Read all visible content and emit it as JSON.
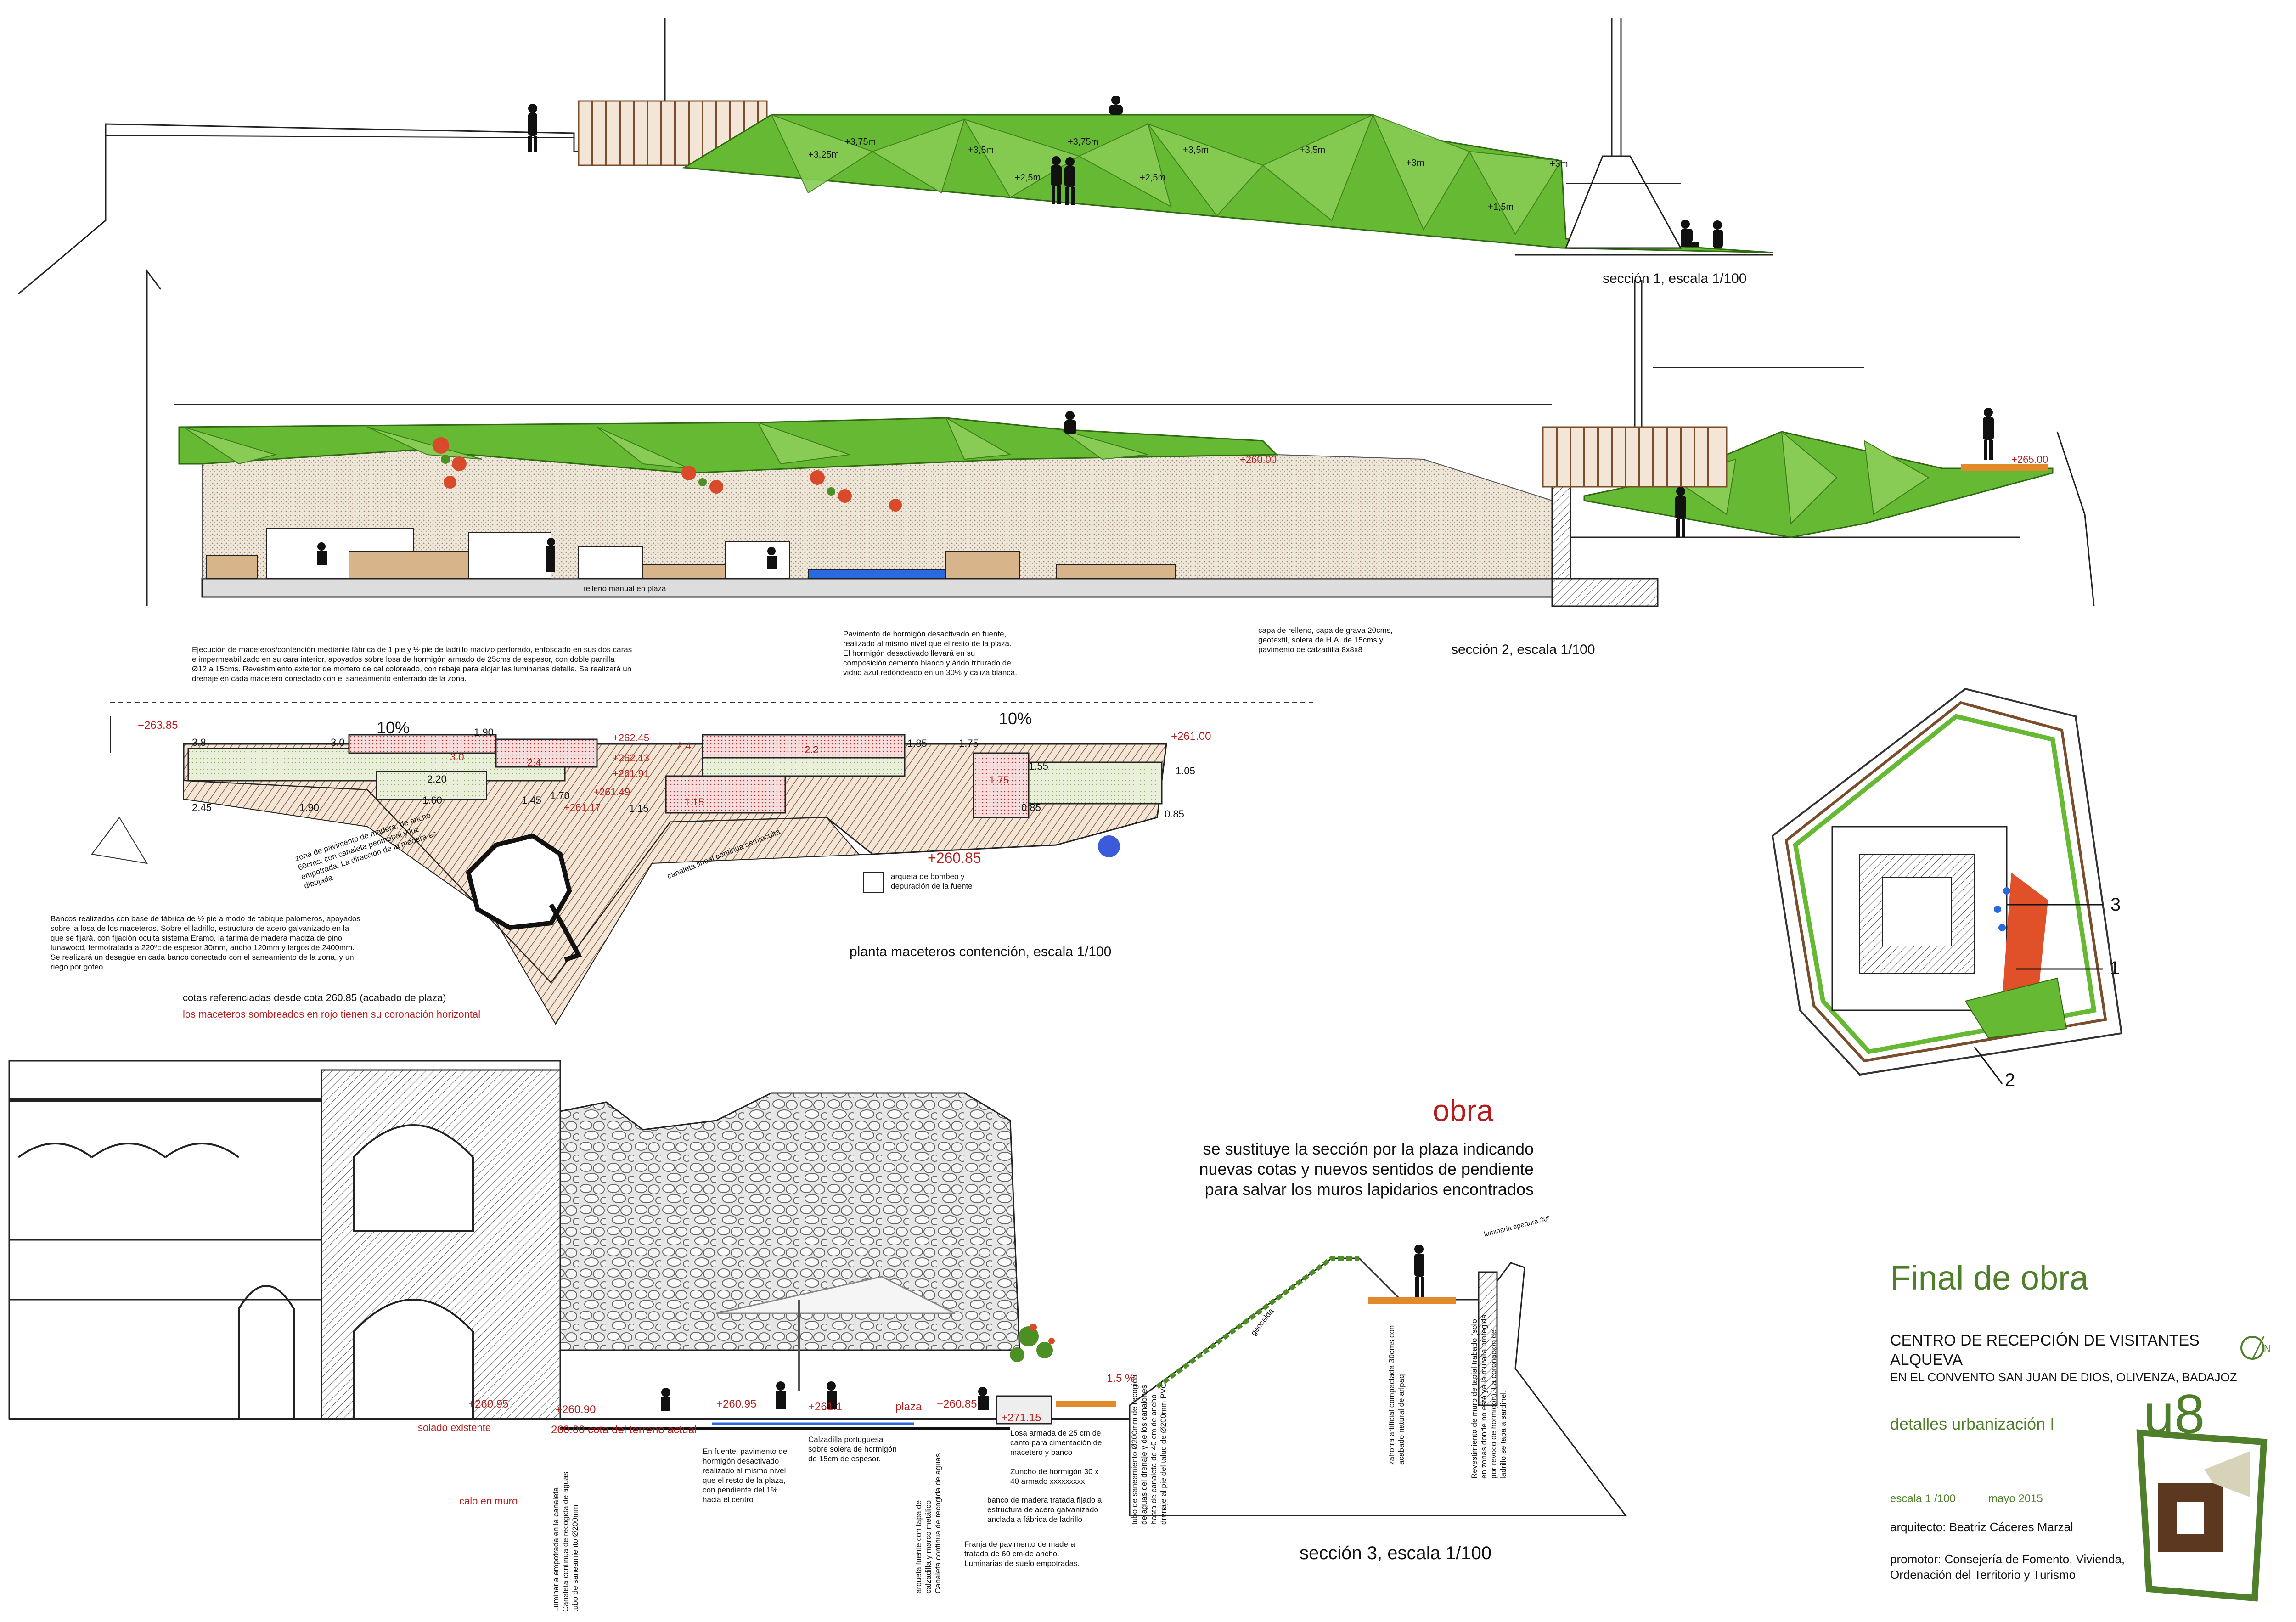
{
  "colors": {
    "green": "#66b933",
    "green_dark": "#3d7d1d",
    "brown": "#7a4e2d",
    "red": "#c62828",
    "orange": "#e08a2c",
    "blue": "#2a6ae0",
    "title_green": "#4f7f2a",
    "wood": "#d7b48a"
  },
  "section1": {
    "title": "sección 1, escala 1/100",
    "levels": [
      "+3,75m",
      "+3,25m",
      "+3,5m",
      "+3,75m",
      "+3,5m",
      "+3,5m",
      "+3m",
      "+3m",
      "+2,5m",
      "+2,5m",
      "+1,5m"
    ]
  },
  "section2": {
    "title": "sección 2, escala 1/100",
    "fill_note": "relleno manual en plaza",
    "level_265": "+265.00",
    "level_260": "+260.00",
    "note_a": [
      "Ejecución de maceteros/contención mediante fábrica de 1 pie y ½ pie de ladrillo macizo perforado, enfoscado en sus dos caras",
      "e impermeabilizado en su cara interior, apoyados sobre losa de hormigón armado de 25cms de espesor, con doble parrilla",
      "Ø12 a 15cms. Revestimiento exterior de mortero de cal coloreado, con rebaje para alojar las luminarias detalle. Se realizará un",
      "drenaje en cada macetero conectado con el saneamiento enterrado de la zona."
    ],
    "note_b": [
      "Pavimento de hormigón desactivado en fuente,",
      "realizado al mismo nivel que el resto de la plaza.",
      "El hormigón desactivado llevará en su",
      "composición cemento blanco y árido triturado de",
      "vidrio azul redondeado en un 30% y caliza blanca."
    ],
    "note_c": [
      "capa de relleno, capa de grava 20cms,",
      "geotextil, solera de H.A. de 15cms y",
      "pavimento de calzadilla 8x8x8"
    ]
  },
  "plan": {
    "title": "planta maceteros contención, escala 1/100",
    "slope_left": "10%",
    "slope_right": "10%",
    "level_263": "+263.85",
    "level_261": "+261.00",
    "level_main": "+260.85",
    "heights": [
      "3.8",
      "3.0",
      "1.90",
      "3.0",
      "2.4",
      "2.20",
      "1.60",
      "1.90",
      "2.45",
      "+262.45",
      "2.4",
      "+262.13",
      "+261.91",
      "+261.49",
      "+261.17",
      "1.85",
      "1.75",
      "2.2",
      "1.75",
      "1.55",
      "1.05",
      "0.85",
      "1.70",
      "1.15",
      "1.15",
      "0.85",
      "1.45"
    ],
    "wood_note": [
      "zona de pavimento de madera, de ancho",
      "60cms, con canaleta perimetral y luz",
      "empotrada. La dirección de la madera es",
      "dibujada."
    ],
    "channel_note": "canaleta lineal continua semioculta",
    "legend_box": [
      "arqueta de bombeo y",
      "depuración de la fuente"
    ],
    "benches_note": [
      "Bancos realizados con base de fábrica de ½ pie a modo de tabique palomeros, apoyados",
      "sobre la losa de los maceteros. Sobre el ladrillo, estructura de acero galvanizado en la",
      "que se fijará, con fijación oculta sistema Eramo, la tarima de madera maciza de pino",
      "lunawood, termotratada a 220ºc de espesor 30mm, ancho 120mm y largos de 2400mm.",
      "Se realizará un desagüe en cada banco conectado con el saneamiento de la zona, y un",
      "riego por goteo."
    ],
    "ref_note": "cotas referenciadas desde cota 260.85 (acabado de plaza)",
    "red_note": "los maceteros sombreados en rojo tienen su coronación horizontal"
  },
  "keyplan": {
    "markers": [
      "3",
      "1",
      "2"
    ]
  },
  "section3": {
    "obra": "obra",
    "obra_desc": [
      "se sustituye la sección por la plaza indicando",
      "nuevas cotas y nuevos sentidos de pendiente",
      "para salvar los muros lapidarios encontrados"
    ],
    "title": "sección 3, escala 1/100",
    "levels": [
      "+260.95",
      "+260.90",
      "+260.95",
      "+261.1",
      "+260.85",
      "+271.15",
      "260.00 cota del terreno actual"
    ],
    "labels": {
      "solado": "solado existente",
      "calo": "calo en muro",
      "plaza": "plaza",
      "slope": "1.5 %",
      "geo": "geocelda",
      "lum": "luminaria apertura 30º"
    },
    "note_fuente": [
      "En fuente, pavimento de",
      "hormigón desactivado",
      "realizado al mismo nivel",
      "que el resto de la plaza,",
      "con pendiente del 1%",
      "hacia el centro"
    ],
    "note_calz": [
      "Calzadilla portuguesa",
      "sobre solera de hormigón",
      "de 15cm de espesor."
    ],
    "note_losa": [
      "Losa armada de 25 cm de",
      "canto para cimentación de",
      "macetero y banco"
    ],
    "note_zuncho": [
      "Zuncho de hormigón 30 x",
      "40 armado xxxxxxxxx"
    ],
    "note_banco": [
      "banco de madera tratada fijado a",
      "estructura de acero galvanizado",
      "anclada a fábrica de ladrillo"
    ],
    "note_franja": [
      "Franja de pavimento de madera",
      "tratada de 60 cm de ancho.",
      "Luminarias de suelo empotradas."
    ],
    "vertical_notes": [
      "Luminaria empotrada en la canaleta",
      "Canaleta continua de recogida de aguas",
      "tubo de saneamiento Ø200mm",
      "arqueta fuente con tapa de",
      "calzadilla y marco metálico",
      "Canaleta continua de recogida de aguas",
      "tubo de saneamiento Ø200mm de recogida",
      "de aguas del drenaje y de los canalones",
      "hasta de canaleta de 40 cm de ancho",
      "drenaje al pie del talud de Ø200mm PVC",
      "zahorra artificial compactada 30cms con",
      "acabado natural de arlpaq",
      "Revestimiento de muro de tapial trabado (solo",
      "en zonas donde no está ya la muralla protegida",
      "por revoco de hormigón). La coronación de",
      "ladrillo se tapa a sardinel."
    ]
  },
  "titleblock": {
    "heading": "Final de obra",
    "project_1": "CENTRO DE RECEPCIÓN DE VISITANTES",
    "project_2": "ALQUEVA",
    "location": "EN EL CONVENTO SAN JUAN DE DIOS, OLIVENZA, BADAJOZ",
    "sheet": "detalles urbanización I",
    "code": "u8",
    "scale": "escala 1 /100",
    "date": "mayo 2015",
    "architect": "arquitecto: Beatriz Cáceres Marzal",
    "promoter_1": "promotor: Consejería de Fomento, Vivienda,",
    "promoter_2": "Ordenación del Territorio y Turismo",
    "north": "N"
  }
}
